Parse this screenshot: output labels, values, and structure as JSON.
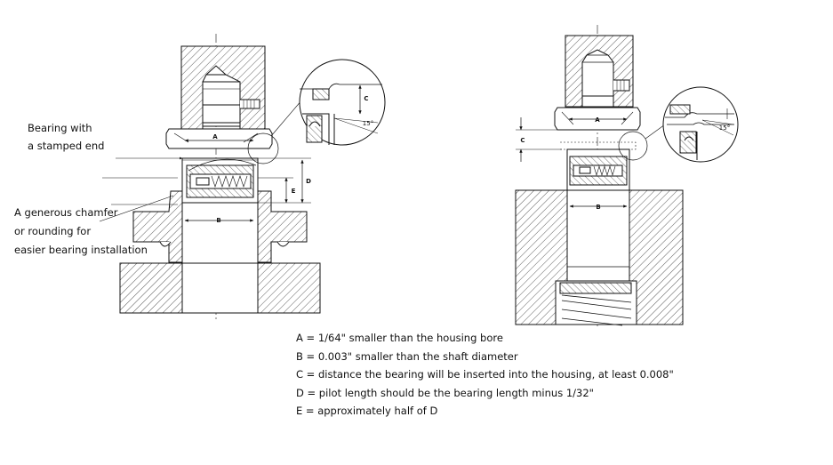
{
  "annotations": {
    "bearing_stamped_line1": "Bearing with",
    "bearing_stamped_line2": "a stamped end",
    "chamfer_line1": "A generous chamfer",
    "chamfer_line2": "or rounding for",
    "chamfer_line3": "easier bearing installation"
  },
  "dimension_labels": {
    "a": "A",
    "b": "B",
    "c": "C",
    "d": "D",
    "e": "E",
    "angle": "15°"
  },
  "legend": [
    "A = 1/64\" smaller than the housing bore",
    "B = 0.003\" smaller than the shaft diameter",
    "C = distance the bearing will be inserted into the housing, at least 0.008\"",
    "D = pilot length should be the bearing length minus 1/32\"",
    "E = approximately half of D"
  ]
}
